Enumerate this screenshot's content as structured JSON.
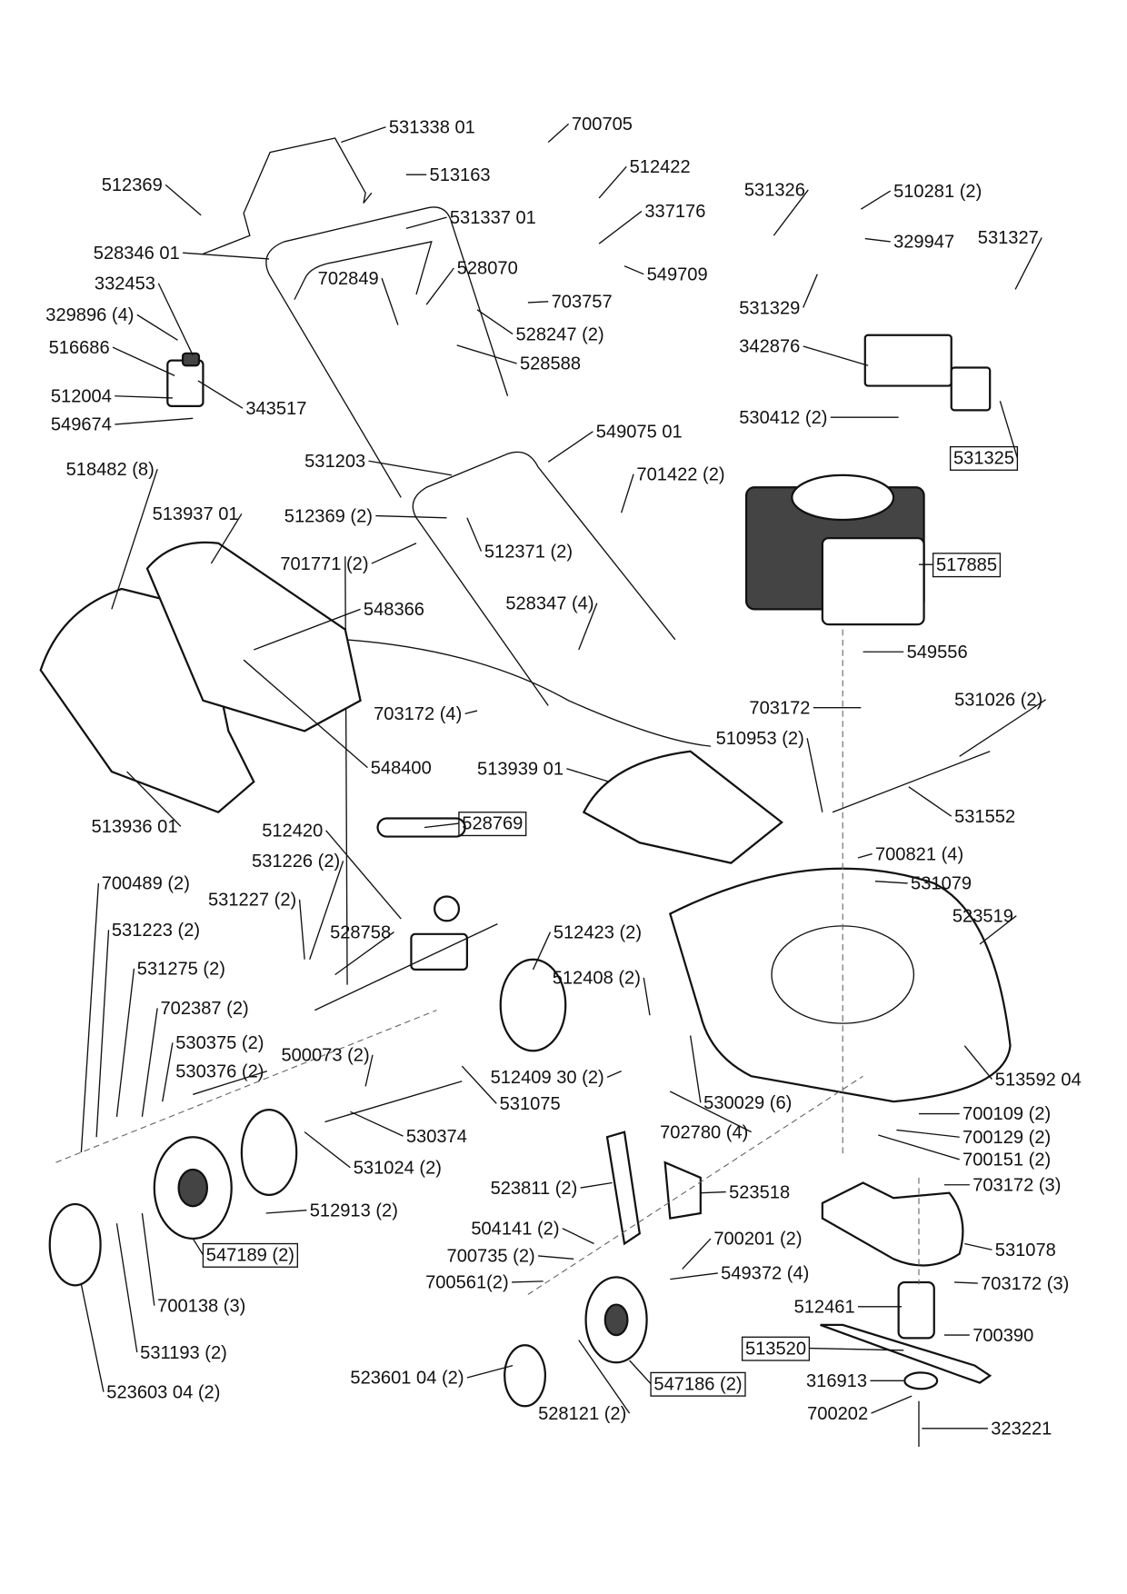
{
  "diagram": {
    "type": "exploded parts diagram",
    "colors": {
      "ink": "#111111",
      "background": "#ffffff"
    },
    "labels": [
      {
        "text": "531338 01",
        "boxed": false
      },
      {
        "text": "700705",
        "boxed": false
      },
      {
        "text": "513163",
        "boxed": false
      },
      {
        "text": "512422",
        "boxed": false
      },
      {
        "text": "512369",
        "boxed": false
      },
      {
        "text": "531337 01",
        "boxed": false
      },
      {
        "text": "337176",
        "boxed": false
      },
      {
        "text": "531326",
        "boxed": false
      },
      {
        "text": "510281 (2)",
        "boxed": false
      },
      {
        "text": "329947",
        "boxed": false
      },
      {
        "text": "531327",
        "boxed": false
      },
      {
        "text": "528346 01",
        "boxed": false
      },
      {
        "text": "528070",
        "boxed": false
      },
      {
        "text": "702849",
        "boxed": false
      },
      {
        "text": "549709",
        "boxed": false
      },
      {
        "text": "332453",
        "boxed": false
      },
      {
        "text": "703757",
        "boxed": false
      },
      {
        "text": "531329",
        "boxed": false
      },
      {
        "text": "329896 (4)",
        "boxed": false
      },
      {
        "text": "528247 (2)",
        "boxed": false
      },
      {
        "text": "342876",
        "boxed": false
      },
      {
        "text": "516686",
        "boxed": false
      },
      {
        "text": "528588",
        "boxed": false
      },
      {
        "text": "512004",
        "boxed": false
      },
      {
        "text": "343517",
        "boxed": false
      },
      {
        "text": "549674",
        "boxed": false
      },
      {
        "text": "530412 (2)",
        "boxed": false
      },
      {
        "text": "549075 01",
        "boxed": false
      },
      {
        "text": "531325",
        "boxed": true
      },
      {
        "text": "531203",
        "boxed": false
      },
      {
        "text": "518482 (8)",
        "boxed": false
      },
      {
        "text": "701422 (2)",
        "boxed": false
      },
      {
        "text": "513937 01",
        "boxed": false
      },
      {
        "text": "512369 (2)",
        "boxed": false
      },
      {
        "text": "512371 (2)",
        "boxed": false
      },
      {
        "text": "701771 (2)",
        "boxed": false
      },
      {
        "text": "517885",
        "boxed": true
      },
      {
        "text": "548366",
        "boxed": false
      },
      {
        "text": "528347 (4)",
        "boxed": false
      },
      {
        "text": "549556",
        "boxed": false
      },
      {
        "text": "531026 (2)",
        "boxed": false
      },
      {
        "text": "703172",
        "boxed": false
      },
      {
        "text": "703172 (4)",
        "boxed": false
      },
      {
        "text": "510953 (2)",
        "boxed": false
      },
      {
        "text": "548400",
        "boxed": false
      },
      {
        "text": "513939 01",
        "boxed": false
      },
      {
        "text": "531552",
        "boxed": false
      },
      {
        "text": "513936 01",
        "boxed": false
      },
      {
        "text": "528769",
        "boxed": true
      },
      {
        "text": "512420",
        "boxed": false
      },
      {
        "text": "700821 (4)",
        "boxed": false
      },
      {
        "text": "531226 (2)",
        "boxed": false
      },
      {
        "text": "700489 (2)",
        "boxed": false
      },
      {
        "text": "531079",
        "boxed": false
      },
      {
        "text": "531227 (2)",
        "boxed": false
      },
      {
        "text": "523519",
        "boxed": false
      },
      {
        "text": "528758",
        "boxed": false
      },
      {
        "text": "531223 (2)",
        "boxed": false
      },
      {
        "text": "512423 (2)",
        "boxed": false
      },
      {
        "text": "531275 (2)",
        "boxed": false
      },
      {
        "text": "512408 (2)",
        "boxed": false
      },
      {
        "text": "702387 (2)",
        "boxed": false
      },
      {
        "text": "530375 (2)",
        "boxed": false
      },
      {
        "text": "500073 (2)",
        "boxed": false
      },
      {
        "text": "530376 (2)",
        "boxed": false
      },
      {
        "text": "512409 30 (2)",
        "boxed": false
      },
      {
        "text": "513592 04",
        "boxed": false
      },
      {
        "text": "531075",
        "boxed": false
      },
      {
        "text": "530029 (6)",
        "boxed": false
      },
      {
        "text": "700109 (2)",
        "boxed": false
      },
      {
        "text": "530374",
        "boxed": false
      },
      {
        "text": "702780 (4)",
        "boxed": false
      },
      {
        "text": "700129 (2)",
        "boxed": false
      },
      {
        "text": "531024 (2)",
        "boxed": false
      },
      {
        "text": "700151 (2)",
        "boxed": false
      },
      {
        "text": "703172 (3)",
        "boxed": false
      },
      {
        "text": "523811 (2)",
        "boxed": false
      },
      {
        "text": "523518",
        "boxed": false
      },
      {
        "text": "512913 (2)",
        "boxed": false
      },
      {
        "text": "504141 (2)",
        "boxed": false
      },
      {
        "text": "700201 (2)",
        "boxed": false
      },
      {
        "text": "531078",
        "boxed": false
      },
      {
        "text": "547189 (2)",
        "boxed": true
      },
      {
        "text": "700735 (2)",
        "boxed": false
      },
      {
        "text": "549372 (4)",
        "boxed": false
      },
      {
        "text": "700561(2)",
        "boxed": false
      },
      {
        "text": "703172 (3)",
        "boxed": false
      },
      {
        "text": "700138 (3)",
        "boxed": false
      },
      {
        "text": "512461",
        "boxed": false
      },
      {
        "text": "700390",
        "boxed": false
      },
      {
        "text": "513520",
        "boxed": true
      },
      {
        "text": "531193 (2)",
        "boxed": false
      },
      {
        "text": "316913",
        "boxed": false
      },
      {
        "text": "523601 04 (2)",
        "boxed": false
      },
      {
        "text": "547186 (2)",
        "boxed": true
      },
      {
        "text": "523603 04 (2)",
        "boxed": false
      },
      {
        "text": "700202",
        "boxed": false
      },
      {
        "text": "528121 (2)",
        "boxed": false
      },
      {
        "text": "323221",
        "boxed": false
      }
    ]
  }
}
